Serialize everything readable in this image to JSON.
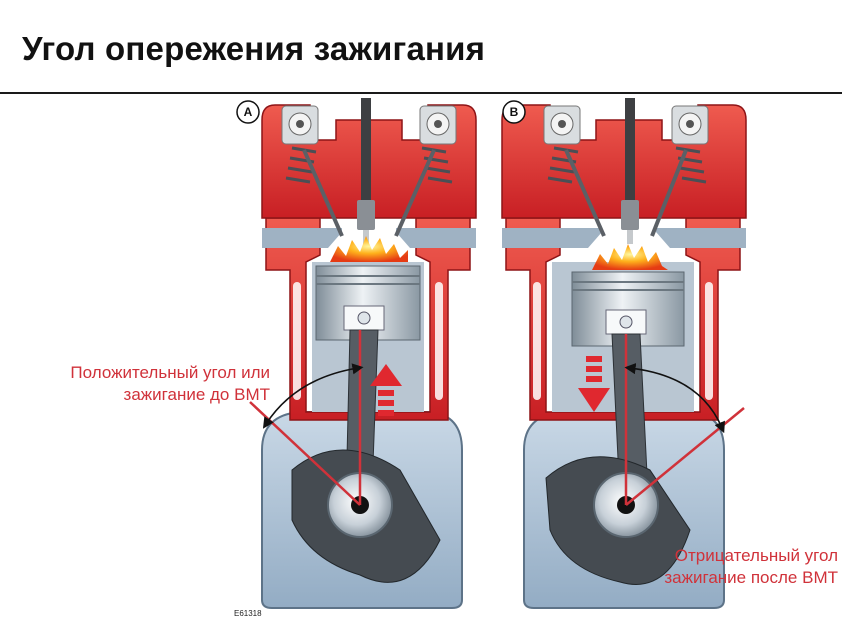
{
  "title": "Угол опережения зажигания",
  "panels": [
    {
      "label": "A",
      "piston_motion": "up"
    },
    {
      "label": "B",
      "piston_motion": "down"
    }
  ],
  "captions": {
    "positive": [
      "Положительный угол или",
      "зажигание до ВМТ"
    ],
    "negative": [
      "Отрицательный угол",
      "зажигание после ВМТ"
    ]
  },
  "reference_code": "E61318",
  "colors": {
    "caption_red": "#d0323a",
    "head_red": "#d8282b",
    "cylinder_blue": "#a9bfd4",
    "flame": "#f5a21c"
  }
}
